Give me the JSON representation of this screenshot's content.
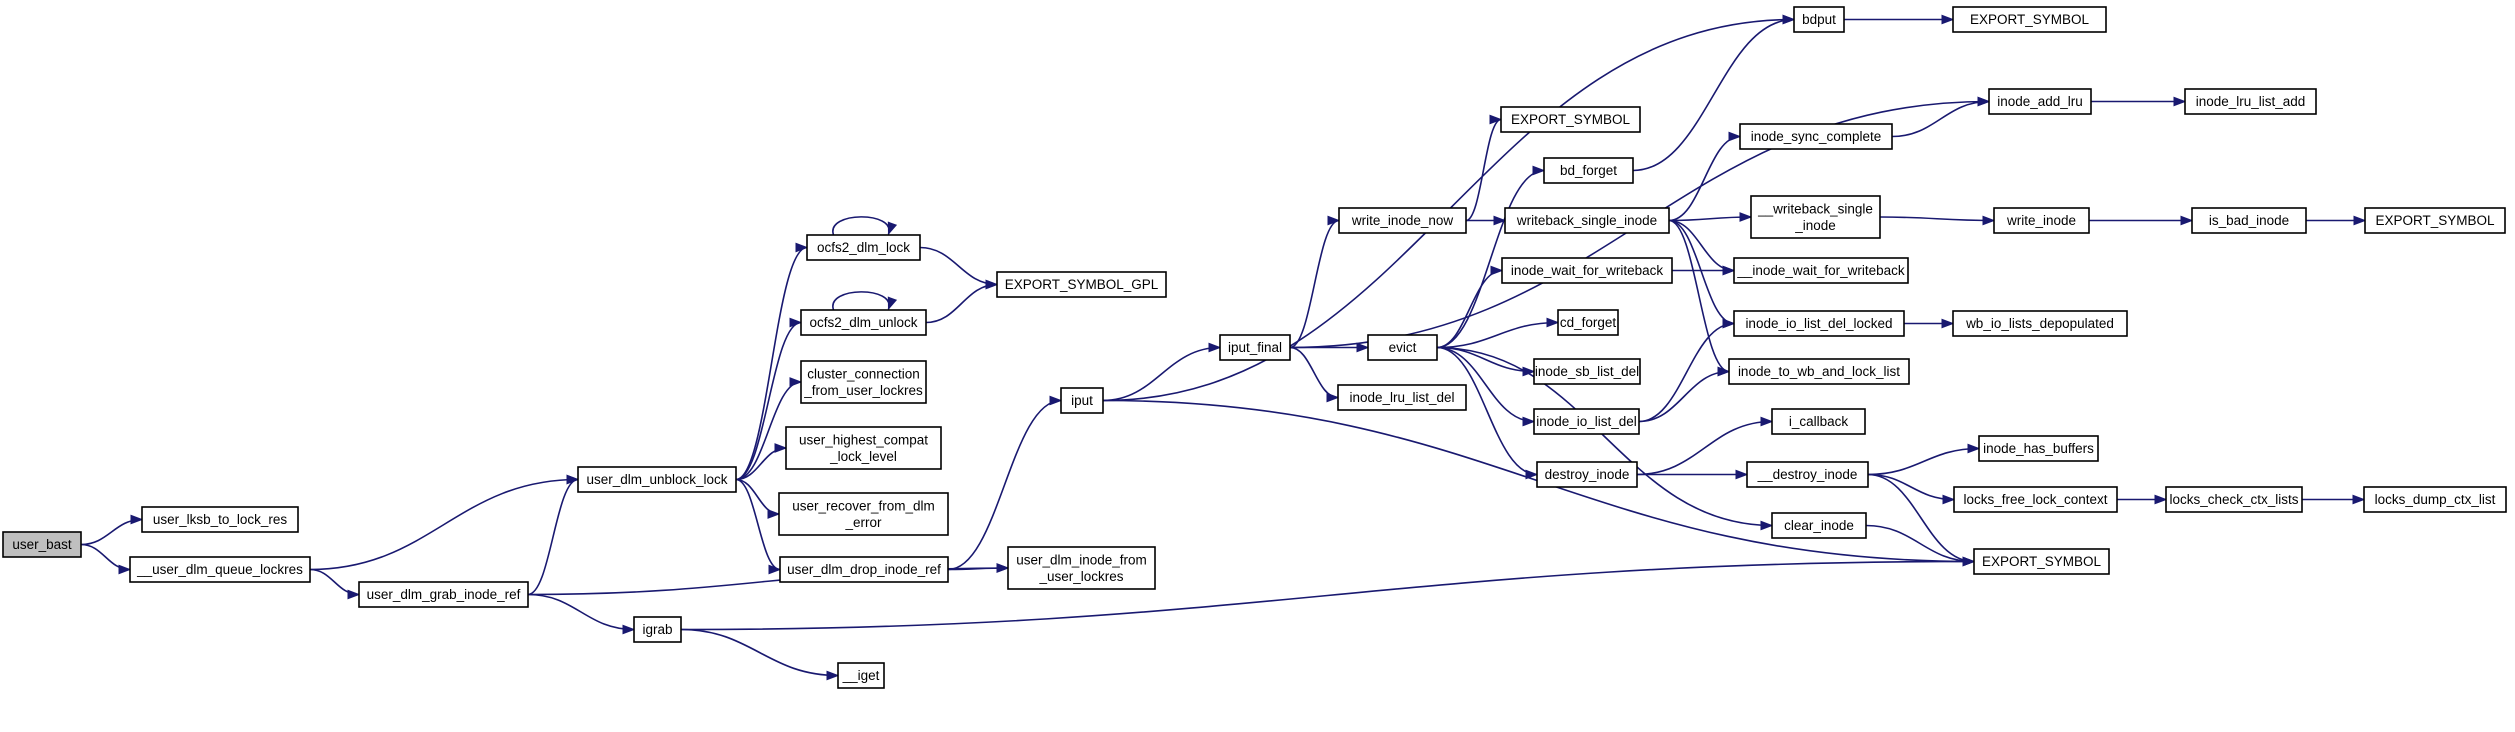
{
  "diagram": {
    "kind": "call-graph",
    "colors": {
      "edge": "#191970",
      "node_border": "#000000",
      "node_fill": "#ffffff",
      "root_fill": "#bfbfbf"
    },
    "nodes": [
      {
        "id": "user_bast",
        "lines": [
          "user_bast"
        ],
        "root": true
      },
      {
        "id": "user_lksb_to_lock_res",
        "lines": [
          "user_lksb_to_lock_res"
        ]
      },
      {
        "id": "__user_dlm_queue_lockres",
        "lines": [
          "__user_dlm_queue_lockres"
        ]
      },
      {
        "id": "user_dlm_unblock_lock",
        "lines": [
          "user_dlm_unblock_lock"
        ]
      },
      {
        "id": "user_dlm_grab_inode_ref",
        "lines": [
          "user_dlm_grab_inode_ref"
        ]
      },
      {
        "id": "ocfs2_dlm_lock",
        "lines": [
          "ocfs2_dlm_lock"
        ]
      },
      {
        "id": "ocfs2_dlm_unlock",
        "lines": [
          "ocfs2_dlm_unlock"
        ]
      },
      {
        "id": "cluster_connection_from_user_lockres",
        "lines": [
          "cluster_connection",
          "_from_user_lockres"
        ]
      },
      {
        "id": "user_highest_compat_lock_level",
        "lines": [
          "user_highest_compat",
          "_lock_level"
        ]
      },
      {
        "id": "user_recover_from_dlm_error",
        "lines": [
          "user_recover_from_dlm",
          "_error"
        ]
      },
      {
        "id": "user_dlm_drop_inode_ref",
        "lines": [
          "user_dlm_drop_inode_ref"
        ]
      },
      {
        "id": "igrab",
        "lines": [
          "igrab"
        ]
      },
      {
        "id": "__iget",
        "lines": [
          "__iget"
        ]
      },
      {
        "id": "EXPORT_SYMBOL_GPL",
        "lines": [
          "EXPORT_SYMBOL_GPL"
        ]
      },
      {
        "id": "iput",
        "lines": [
          "iput"
        ]
      },
      {
        "id": "user_dlm_inode_from_user_lockres",
        "lines": [
          "user_dlm_inode_from",
          "_user_lockres"
        ]
      },
      {
        "id": "iput_final",
        "lines": [
          "iput_final"
        ]
      },
      {
        "id": "write_inode_now",
        "lines": [
          "write_inode_now"
        ]
      },
      {
        "id": "EXPORT_SYMBOL_a",
        "lines": [
          "EXPORT_SYMBOL"
        ]
      },
      {
        "id": "evict",
        "lines": [
          "evict"
        ]
      },
      {
        "id": "inode_lru_list_del",
        "lines": [
          "inode_lru_list_del"
        ]
      },
      {
        "id": "bdput",
        "lines": [
          "bdput"
        ]
      },
      {
        "id": "EXPORT_SYMBOL_b",
        "lines": [
          "EXPORT_SYMBOL"
        ]
      },
      {
        "id": "bd_forget",
        "lines": [
          "bd_forget"
        ]
      },
      {
        "id": "inode_add_lru",
        "lines": [
          "inode_add_lru"
        ]
      },
      {
        "id": "inode_lru_list_add",
        "lines": [
          "inode_lru_list_add"
        ]
      },
      {
        "id": "inode_sync_complete",
        "lines": [
          "inode_sync_complete"
        ]
      },
      {
        "id": "writeback_single_inode",
        "lines": [
          "writeback_single_inode"
        ]
      },
      {
        "id": "__writeback_single_inode",
        "lines": [
          "__writeback_single",
          "_inode"
        ]
      },
      {
        "id": "write_inode",
        "lines": [
          "write_inode"
        ]
      },
      {
        "id": "is_bad_inode",
        "lines": [
          "is_bad_inode"
        ]
      },
      {
        "id": "EXPORT_SYMBOL_c",
        "lines": [
          "EXPORT_SYMBOL"
        ]
      },
      {
        "id": "inode_wait_for_writeback",
        "lines": [
          "inode_wait_for_writeback"
        ]
      },
      {
        "id": "__inode_wait_for_writeback",
        "lines": [
          "__inode_wait_for_writeback"
        ]
      },
      {
        "id": "cd_forget",
        "lines": [
          "cd_forget"
        ]
      },
      {
        "id": "inode_io_list_del_locked",
        "lines": [
          "inode_io_list_del_locked"
        ]
      },
      {
        "id": "wb_io_lists_depopulated",
        "lines": [
          "wb_io_lists_depopulated"
        ]
      },
      {
        "id": "inode_sb_list_del",
        "lines": [
          "inode_sb_list_del"
        ]
      },
      {
        "id": "inode_to_wb_and_lock_list",
        "lines": [
          "inode_to_wb_and_lock_list"
        ]
      },
      {
        "id": "inode_io_list_del",
        "lines": [
          "inode_io_list_del"
        ]
      },
      {
        "id": "i_callback",
        "lines": [
          "i_callback"
        ]
      },
      {
        "id": "destroy_inode",
        "lines": [
          "destroy_inode"
        ]
      },
      {
        "id": "__destroy_inode",
        "lines": [
          "__destroy_inode"
        ]
      },
      {
        "id": "inode_has_buffers",
        "lines": [
          "inode_has_buffers"
        ]
      },
      {
        "id": "locks_free_lock_context",
        "lines": [
          "locks_free_lock_context"
        ]
      },
      {
        "id": "locks_check_ctx_lists",
        "lines": [
          "locks_check_ctx_lists"
        ]
      },
      {
        "id": "locks_dump_ctx_list",
        "lines": [
          "locks_dump_ctx_list"
        ]
      },
      {
        "id": "clear_inode",
        "lines": [
          "clear_inode"
        ]
      },
      {
        "id": "EXPORT_SYMBOL_d",
        "lines": [
          "EXPORT_SYMBOL"
        ]
      }
    ],
    "edges": [
      {
        "from": "user_bast",
        "to": "user_lksb_to_lock_res"
      },
      {
        "from": "user_bast",
        "to": "__user_dlm_queue_lockres"
      },
      {
        "from": "__user_dlm_queue_lockres",
        "to": "user_dlm_unblock_lock"
      },
      {
        "from": "__user_dlm_queue_lockres",
        "to": "user_dlm_grab_inode_ref"
      },
      {
        "from": "user_dlm_grab_inode_ref",
        "to": "user_dlm_unblock_lock"
      },
      {
        "from": "user_dlm_grab_inode_ref",
        "to": "igrab"
      },
      {
        "from": "user_dlm_grab_inode_ref",
        "to": "user_dlm_inode_from_user_lockres"
      },
      {
        "from": "user_dlm_unblock_lock",
        "to": "ocfs2_dlm_lock"
      },
      {
        "from": "user_dlm_unblock_lock",
        "to": "ocfs2_dlm_unlock"
      },
      {
        "from": "user_dlm_unblock_lock",
        "to": "cluster_connection_from_user_lockres"
      },
      {
        "from": "user_dlm_unblock_lock",
        "to": "user_highest_compat_lock_level"
      },
      {
        "from": "user_dlm_unblock_lock",
        "to": "user_recover_from_dlm_error"
      },
      {
        "from": "user_dlm_unblock_lock",
        "to": "user_dlm_drop_inode_ref"
      },
      {
        "from": "ocfs2_dlm_lock",
        "to": "ocfs2_dlm_lock"
      },
      {
        "from": "ocfs2_dlm_unlock",
        "to": "ocfs2_dlm_unlock"
      },
      {
        "from": "ocfs2_dlm_lock",
        "to": "EXPORT_SYMBOL_GPL"
      },
      {
        "from": "ocfs2_dlm_unlock",
        "to": "EXPORT_SYMBOL_GPL"
      },
      {
        "from": "user_dlm_drop_inode_ref",
        "to": "iput"
      },
      {
        "from": "user_dlm_drop_inode_ref",
        "to": "user_dlm_inode_from_user_lockres"
      },
      {
        "from": "igrab",
        "to": "__iget"
      },
      {
        "from": "igrab",
        "to": "EXPORT_SYMBOL_d"
      },
      {
        "from": "iput",
        "to": "iput_final"
      },
      {
        "from": "iput",
        "to": "bdput"
      },
      {
        "from": "iput",
        "to": "EXPORT_SYMBOL_d"
      },
      {
        "from": "iput_final",
        "to": "inode_add_lru"
      },
      {
        "from": "iput_final",
        "to": "write_inode_now"
      },
      {
        "from": "iput_final",
        "to": "evict"
      },
      {
        "from": "iput_final",
        "to": "inode_lru_list_del"
      },
      {
        "from": "write_inode_now",
        "to": "EXPORT_SYMBOL_a"
      },
      {
        "from": "write_inode_now",
        "to": "writeback_single_inode"
      },
      {
        "from": "bdput",
        "to": "EXPORT_SYMBOL_b"
      },
      {
        "from": "bd_forget",
        "to": "bdput"
      },
      {
        "from": "evict",
        "to": "bd_forget"
      },
      {
        "from": "evict",
        "to": "inode_wait_for_writeback"
      },
      {
        "from": "evict",
        "to": "cd_forget"
      },
      {
        "from": "evict",
        "to": "inode_sb_list_del"
      },
      {
        "from": "evict",
        "to": "inode_io_list_del"
      },
      {
        "from": "evict",
        "to": "destroy_inode"
      },
      {
        "from": "evict",
        "to": "clear_inode"
      },
      {
        "from": "inode_add_lru",
        "to": "inode_lru_list_add"
      },
      {
        "from": "inode_sync_complete",
        "to": "inode_add_lru"
      },
      {
        "from": "writeback_single_inode",
        "to": "inode_sync_complete"
      },
      {
        "from": "writeback_single_inode",
        "to": "__writeback_single_inode"
      },
      {
        "from": "writeback_single_inode",
        "to": "__inode_wait_for_writeback"
      },
      {
        "from": "writeback_single_inode",
        "to": "inode_io_list_del_locked"
      },
      {
        "from": "writeback_single_inode",
        "to": "inode_to_wb_and_lock_list"
      },
      {
        "from": "__writeback_single_inode",
        "to": "write_inode"
      },
      {
        "from": "write_inode",
        "to": "is_bad_inode"
      },
      {
        "from": "is_bad_inode",
        "to": "EXPORT_SYMBOL_c"
      },
      {
        "from": "inode_wait_for_writeback",
        "to": "__inode_wait_for_writeback"
      },
      {
        "from": "inode_io_list_del_locked",
        "to": "wb_io_lists_depopulated"
      },
      {
        "from": "inode_io_list_del",
        "to": "inode_io_list_del_locked"
      },
      {
        "from": "inode_io_list_del",
        "to": "inode_to_wb_and_lock_list"
      },
      {
        "from": "destroy_inode",
        "to": "i_callback"
      },
      {
        "from": "destroy_inode",
        "to": "__destroy_inode"
      },
      {
        "from": "__destroy_inode",
        "to": "inode_has_buffers"
      },
      {
        "from": "__destroy_inode",
        "to": "locks_free_lock_context"
      },
      {
        "from": "__destroy_inode",
        "to": "EXPORT_SYMBOL_d"
      },
      {
        "from": "locks_free_lock_context",
        "to": "locks_check_ctx_lists"
      },
      {
        "from": "locks_check_ctx_lists",
        "to": "locks_dump_ctx_list"
      },
      {
        "from": "clear_inode",
        "to": "EXPORT_SYMBOL_d"
      }
    ]
  }
}
